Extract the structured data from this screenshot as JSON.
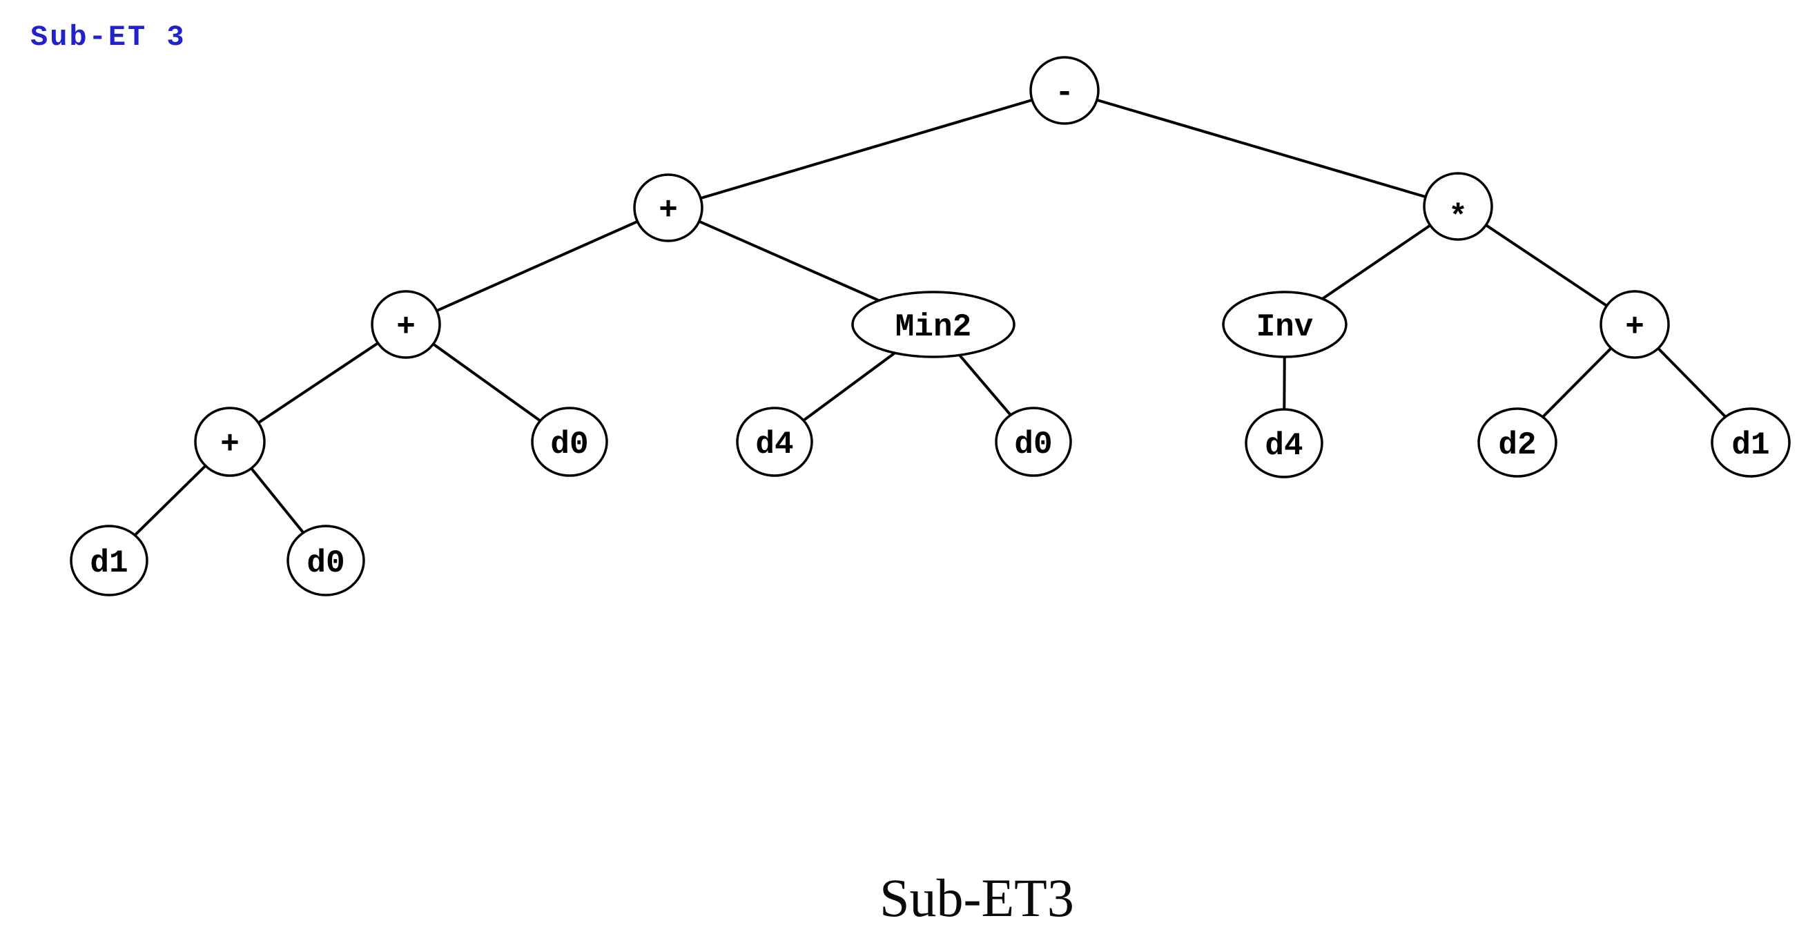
{
  "header": {
    "title": "Sub-ET 3"
  },
  "caption": {
    "text": "Sub-ET3"
  },
  "colors": {
    "title_blue": "#2222cc",
    "stroke": "#000000",
    "background": "#ffffff"
  },
  "tree": {
    "nodes": {
      "root_minus": "-",
      "l2_plus": "+",
      "l2_mul": "*",
      "l3_plus": "+",
      "l3_min2": "Min2",
      "l3_inv": "Inv",
      "l3_plus2": "+",
      "l4_plus": "+",
      "l4_d0": "d0",
      "l4_d4": "d4",
      "l4_d0b": "d0",
      "l4_d4b": "d4",
      "l4_d2": "d2",
      "l4_d1": "d1",
      "l5_d1": "d1",
      "l5_d0": "d0"
    }
  }
}
